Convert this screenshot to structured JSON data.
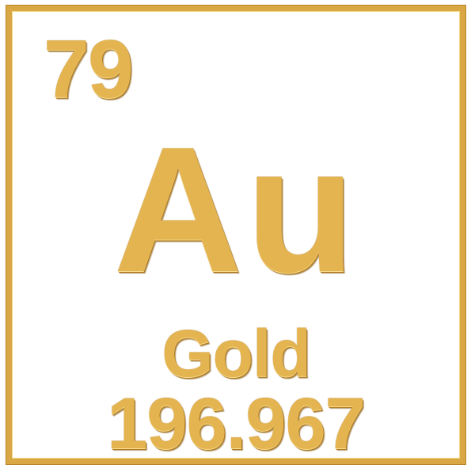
{
  "element": {
    "atomic_number": "79",
    "symbol": "Au",
    "name": "Gold",
    "atomic_mass": "196.967"
  },
  "colors": {
    "gold": "#e4b450",
    "border": "#d9a845",
    "background": "#ffffff"
  }
}
